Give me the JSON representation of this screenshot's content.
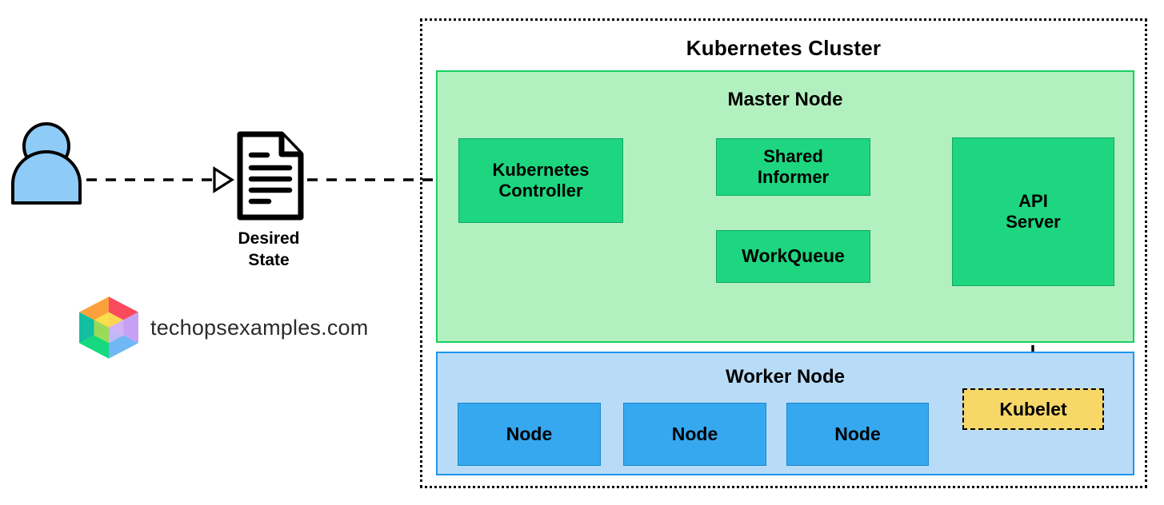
{
  "diagram": {
    "title": "Kubernetes Controller architecture diagram",
    "cluster": {
      "label": "Kubernetes Cluster",
      "border_style": "dotted",
      "border_color": "#000000"
    },
    "master_node": {
      "label": "Master Node",
      "fill": "#b3f0bf",
      "border_color": "#16d161",
      "components": [
        {
          "id": "controller",
          "label": "Kubernetes\nController",
          "fill": "#1ed67f"
        },
        {
          "id": "shared-informer",
          "label": "Shared\nInformer",
          "fill": "#1ed67f"
        },
        {
          "id": "workqueue",
          "label": "WorkQueue",
          "fill": "#1ed67f"
        },
        {
          "id": "api-server",
          "label": "API\nServer",
          "fill": "#1ed67f"
        }
      ]
    },
    "worker_node": {
      "label": "Worker Node",
      "fill": "#b8dcf8",
      "border_color": "#1e96ef",
      "nodes": [
        {
          "label": "Node",
          "fill": "#35a8ef"
        },
        {
          "label": "Node",
          "fill": "#35a8ef"
        },
        {
          "label": "Node",
          "fill": "#35a8ef"
        }
      ],
      "kubelet": {
        "label": "Kubelet",
        "fill": "#f7d768",
        "border_style": "dashed"
      }
    },
    "inputs": {
      "actor_icon": "user-icon",
      "document_icon": "document-icon",
      "document_label": "Desired\nState"
    },
    "brand": {
      "logo_icon": "hexagon-cube-logo",
      "text": "techopsexamples.com"
    },
    "connections": [
      {
        "from": "user",
        "to": "desired-state",
        "style": "dashed",
        "arrow": "open-triangle"
      },
      {
        "from": "desired-state",
        "to": "kubernetes-controller",
        "style": "dashed",
        "arrow": "open-triangle"
      },
      {
        "from": "kubernetes-controller",
        "to": "shared-informer",
        "style": "dashed",
        "arrow": "open-triangle"
      },
      {
        "from": "shared-informer",
        "to": "kubernetes-controller",
        "style": "dashed",
        "arrow": "open-triangle"
      },
      {
        "from": "shared-informer",
        "to": "api-server",
        "style": "dashed",
        "arrow": "open-triangle"
      },
      {
        "from": "kubernetes-controller",
        "to": "workqueue",
        "style": "dashed",
        "arrow": "open-triangle"
      },
      {
        "from": "api-server",
        "to": "workqueue",
        "style": "dashed",
        "arrow": "open-triangle"
      },
      {
        "from": "api-server",
        "to": "kubelet",
        "style": "dashed",
        "arrow": "open-triangle"
      }
    ]
  }
}
